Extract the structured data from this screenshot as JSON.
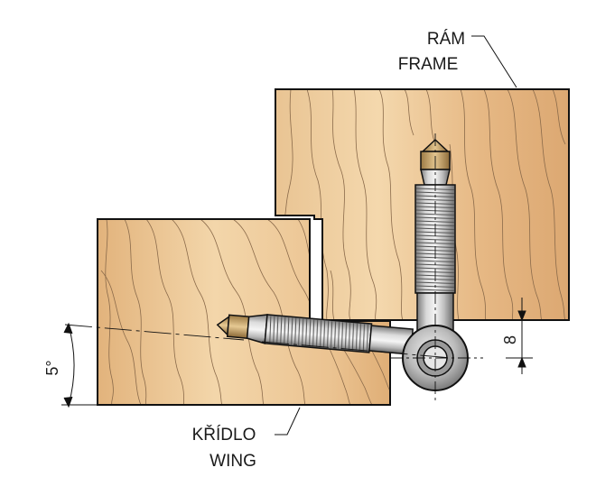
{
  "labels": {
    "frame_cz": "RÁM",
    "frame_en": "FRAME",
    "wing_cz": "KŘÍDLO",
    "wing_en": "WING"
  },
  "dimensions": {
    "angle": "5°",
    "offset": "8"
  },
  "colors": {
    "wood_light": "#f2d3a6",
    "wood_dark": "#d9a66e",
    "grain": "#8a6a4a",
    "outline": "#111111",
    "metal_light": "#f0f0f0",
    "metal_mid": "#b5b5b5",
    "metal_dark": "#6e6e6e",
    "brass": "#c9a46a"
  }
}
